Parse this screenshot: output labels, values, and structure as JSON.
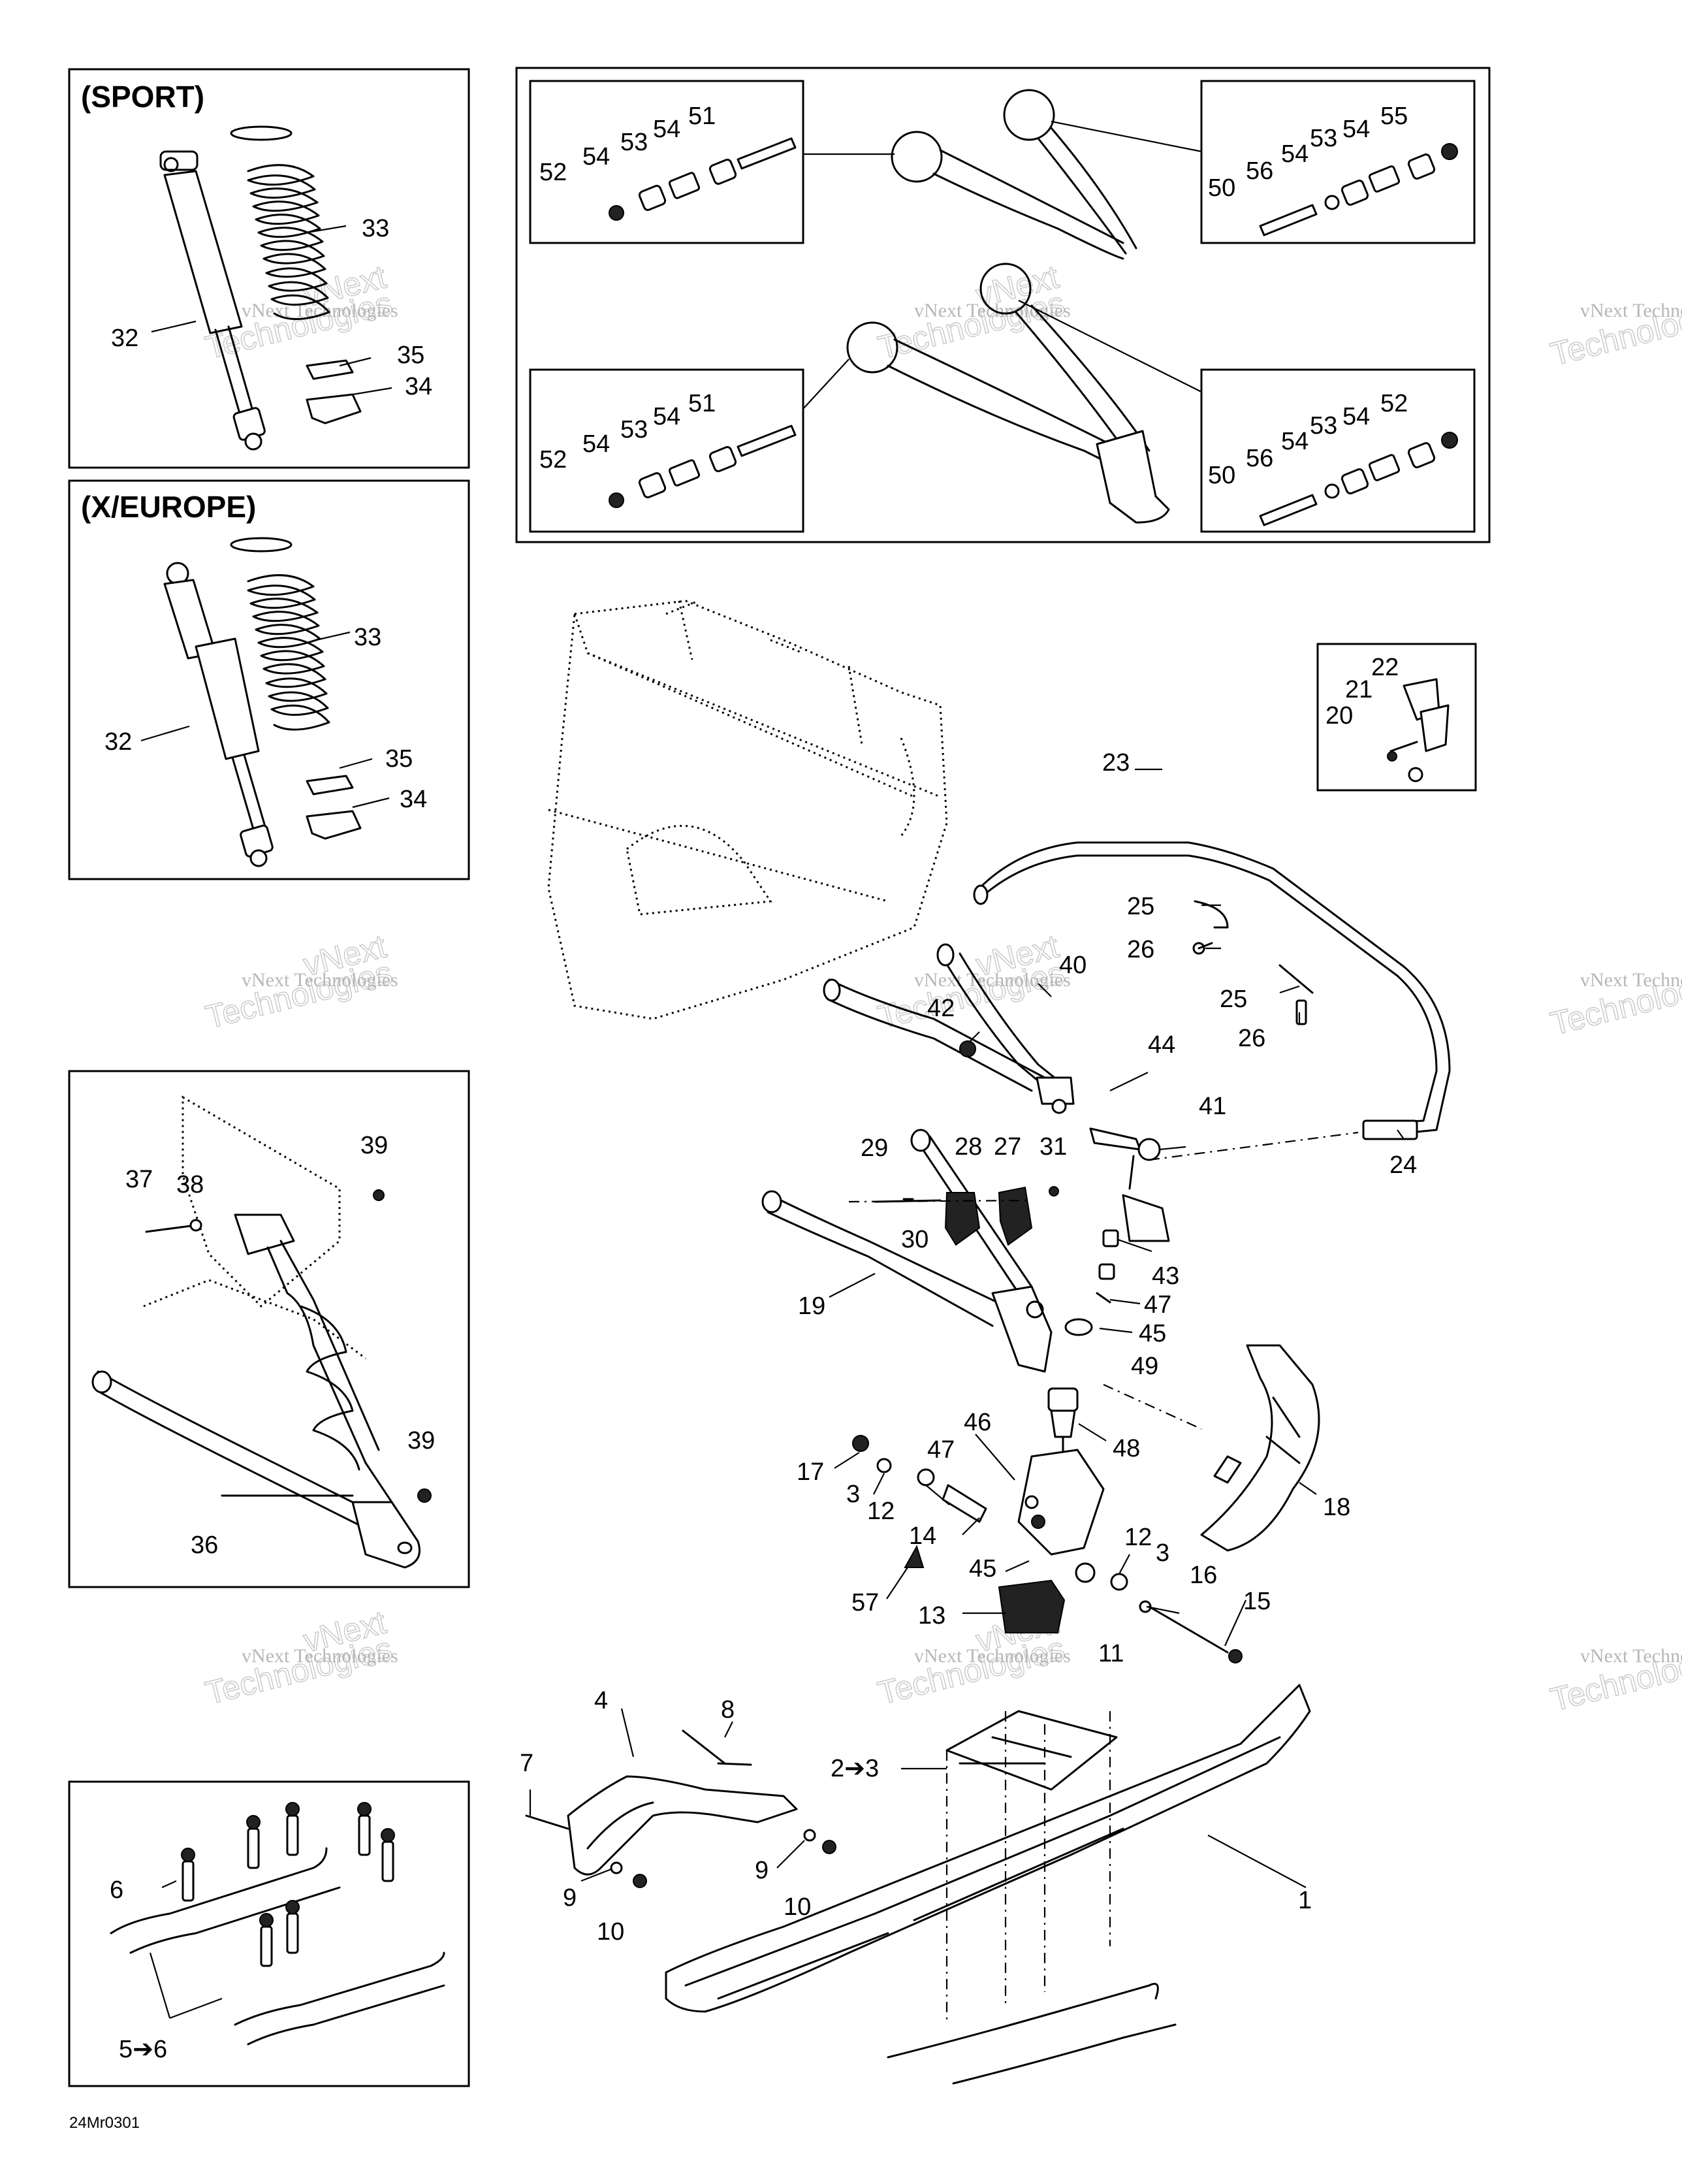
{
  "panels": {
    "sport": "(SPORT)",
    "x_europe": "(X/EUROPE)"
  },
  "diagram_code": "24Mr0301",
  "watermark": {
    "line1": "vNext Technologies",
    "line2": "Technologies",
    "line3": "vNext"
  },
  "callouts": {
    "sport_32": "32",
    "sport_33": "33",
    "sport_35": "35",
    "sport_34": "34",
    "xeu_32": "32",
    "xeu_33": "33",
    "xeu_35": "35",
    "xeu_34": "34",
    "tl_51": "51",
    "tl_53": "53",
    "tl_54a": "54",
    "tl_54b": "54",
    "tl_52": "52",
    "tr_55": "55",
    "tr_53": "53",
    "tr_54a": "54",
    "tr_54b": "54",
    "tr_56": "56",
    "tr_50": "50",
    "bl_51": "51",
    "bl_53": "53",
    "bl_54a": "54",
    "bl_54b": "54",
    "bl_52": "52",
    "br_52": "52",
    "br_53": "53",
    "br_54a": "54",
    "br_54b": "54",
    "br_56": "56",
    "br_50": "50",
    "c22": "22",
    "c21": "21",
    "c20": "20",
    "c23": "23",
    "c25a": "25",
    "c26a": "26",
    "c25b": "25",
    "c26b": "26",
    "c24": "24",
    "c40": "40",
    "c42": "42",
    "c44": "44",
    "c41": "41",
    "c29": "29",
    "c28": "28",
    "c27": "27",
    "c31": "31",
    "c30": "30",
    "c43": "43",
    "c47a": "47",
    "c45a": "45",
    "c49": "49",
    "c19": "19",
    "c48": "48",
    "c46": "46",
    "c47b": "47",
    "c17": "17",
    "c3a": "3",
    "c12a": "12",
    "c14": "14",
    "c45b": "45",
    "c57": "57",
    "c12b": "12",
    "c3b": "3",
    "c16": "16",
    "c15": "15",
    "c13": "13",
    "c18": "18",
    "c11": "11",
    "c4": "4",
    "c8": "8",
    "c7": "7",
    "c2to3": "2➔3",
    "c9a": "9",
    "c10a": "10",
    "c9b": "9",
    "c10b": "10",
    "c1": "1",
    "c37": "37",
    "c38": "38",
    "c39a": "39",
    "c39b": "39",
    "c36": "36",
    "c6": "6",
    "c5to6": "5➔6"
  }
}
